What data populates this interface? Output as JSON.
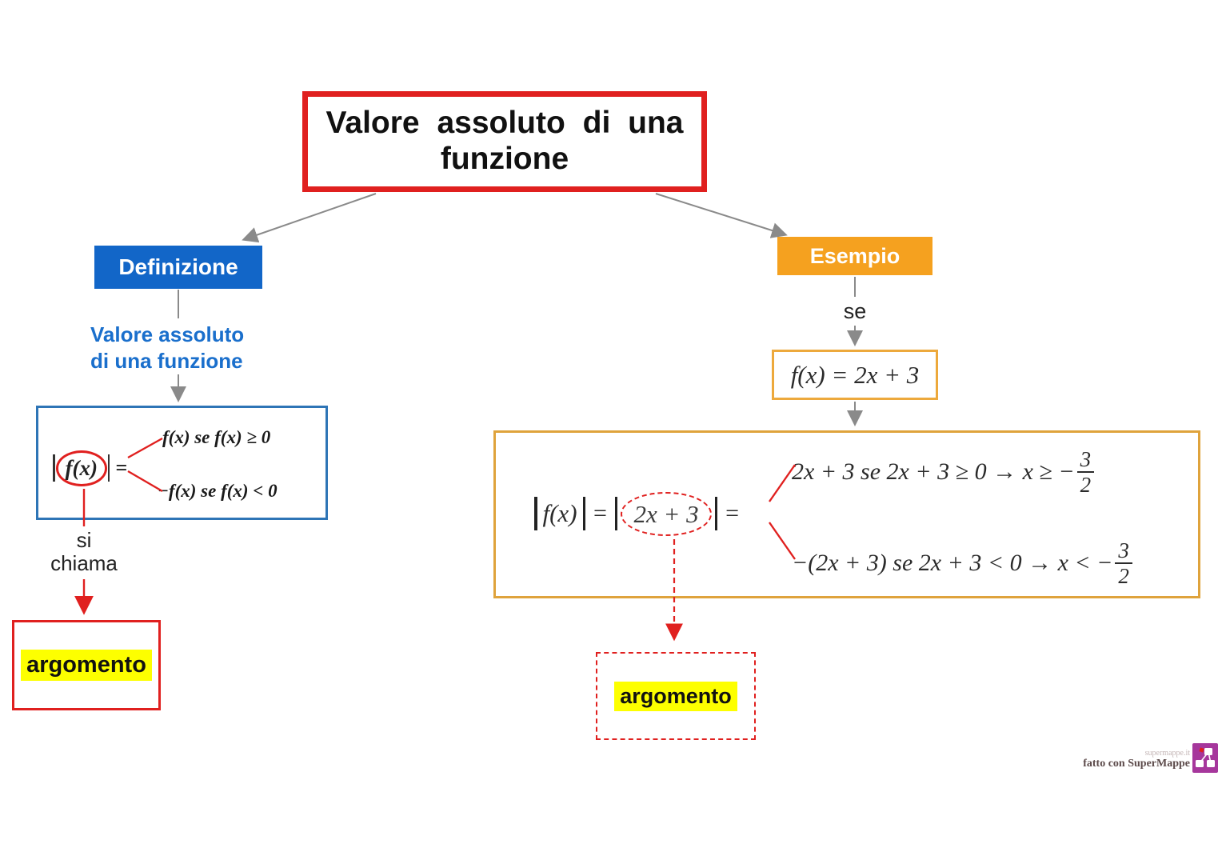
{
  "title": {
    "line1": "Valore assoluto di una",
    "line2": "funzione"
  },
  "definition": {
    "header": "Definizione",
    "subtitle": {
      "line1": "Valore assoluto",
      "line2": "di una funzione"
    },
    "formula": {
      "function": "f(x)",
      "equals": "=",
      "case_positive": "f(x) se f(x) ≥ 0",
      "case_negative": "−f(x) se f(x) < 0"
    },
    "connector": {
      "line1": "si",
      "line2": "chiama"
    },
    "argument": "argomento"
  },
  "example": {
    "header": "Esempio",
    "connector": "se",
    "function_definition": "f(x) = 2x + 3",
    "formula": {
      "lhs": "f(x)",
      "equals": "=",
      "argument_expr": "2x + 3",
      "case_positive": {
        "text": "2x + 3 se 2x + 3 ≥ 0 → x ≥ −",
        "frac_num": "3",
        "frac_den": "2"
      },
      "case_negative": {
        "text": "−(2x + 3) se 2x + 3 < 0 → x < −",
        "frac_num": "3",
        "frac_den": "2"
      }
    },
    "argument": "argomento"
  },
  "watermark": {
    "site": "supermappe.it",
    "credit": "fatto con SuperMappe"
  },
  "colors": {
    "red": "#e0201f",
    "blue_fill": "#1266c8",
    "blue_text": "#1a6fcc",
    "blue_border": "#2e75b6",
    "orange_fill": "#f5a11f",
    "orange_border": "#dfa33c",
    "yellow_highlight": "#fdff00",
    "gray_connector": "#8a8a8a",
    "logo_purple": "#a6379c"
  }
}
